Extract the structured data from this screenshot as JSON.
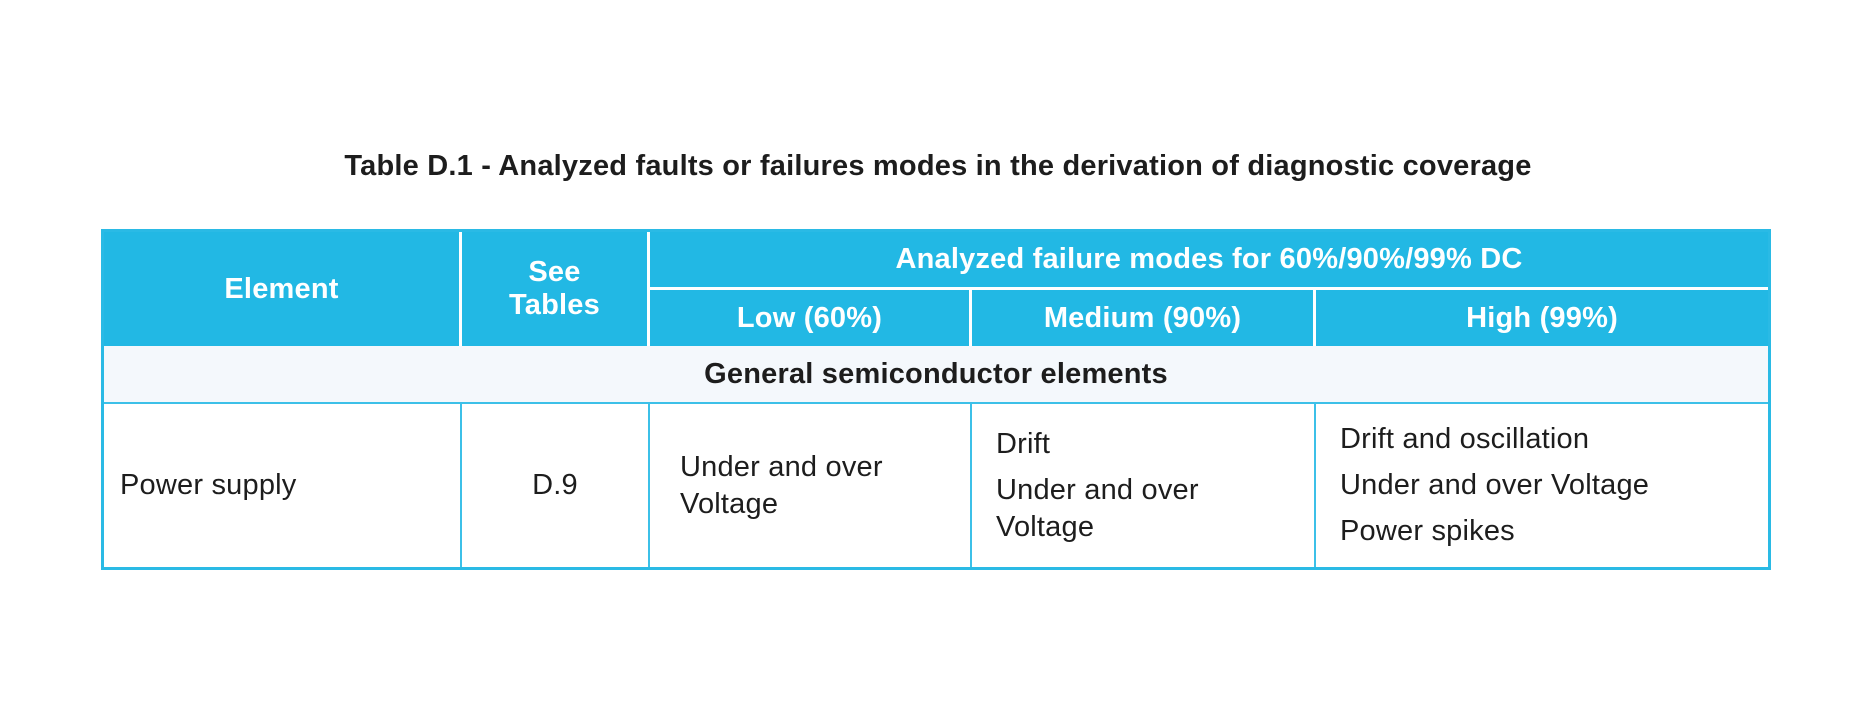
{
  "title": "Table D.1 - Analyzed faults or failures modes in the derivation of diagnostic coverage",
  "table": {
    "columns": {
      "element": "Element",
      "see_tables": "See\nTables",
      "analyzed_span": "Analyzed failure modes for 60%/90%/99% DC",
      "low": "Low (60%)",
      "medium": "Medium (90%)",
      "high": "High (99%)"
    },
    "section": "General semiconductor elements",
    "rows": [
      {
        "element": "Power supply",
        "see_tables": "D.9",
        "low": [
          "Under and over\nVoltage"
        ],
        "medium": [
          "Drift",
          "Under and over\nVoltage"
        ],
        "high": [
          "Drift and oscillation",
          "Under and over Voltage",
          "Power spikes"
        ]
      }
    ]
  },
  "colors": {
    "header_bg": "#22B8E4",
    "section_bg": "#F4F8FC",
    "border": "#3CC0E8",
    "header_text": "#FFFFFF",
    "body_text": "#1D1D1D"
  }
}
